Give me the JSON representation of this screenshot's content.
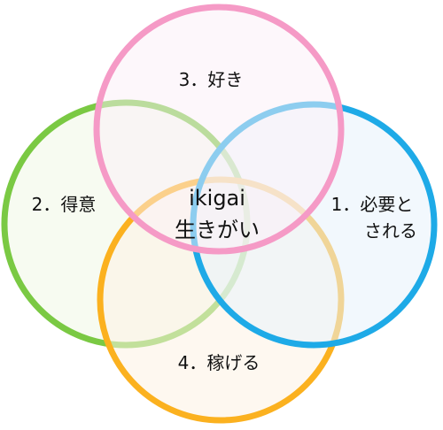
{
  "diagram": {
    "center": {
      "title": "ikigai",
      "subtitle": "生きがい"
    },
    "circles": [
      {
        "key": "good_at",
        "label": "2．得意",
        "stroke": "#7ac943",
        "fill": "#f1f7e6"
      },
      {
        "key": "earn",
        "label": "4．稼げる",
        "stroke": "#fbb11f",
        "fill": "#fef3e4"
      },
      {
        "key": "needed",
        "label_line1": "1．必要と",
        "label_line2": "される",
        "stroke": "#1eaae7",
        "fill": "#e7f3fb"
      },
      {
        "key": "like",
        "label": "3．好き",
        "stroke": "#f59ac6",
        "fill": "#fcf0f7"
      }
    ]
  }
}
